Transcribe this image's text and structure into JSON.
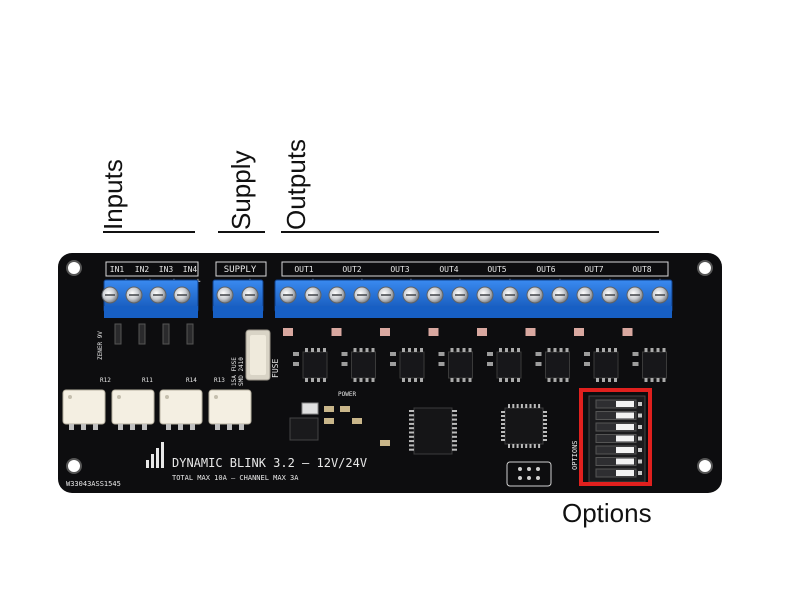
{
  "callouts": {
    "inputs": "Inputs",
    "supply": "Supply",
    "outputs": "Outputs",
    "options": "Options"
  },
  "board": {
    "input_labels": [
      "IN1",
      "IN2",
      "IN3",
      "IN4"
    ],
    "supply_label": "SUPPLY",
    "output_labels": [
      "OUT1",
      "OUT2",
      "OUT3",
      "OUT4",
      "OUT5",
      "OUT6",
      "OUT7",
      "OUT8"
    ],
    "polarity_minus": "–",
    "polarity_plus": "+",
    "fuse_label": "FUSE",
    "fuse_text_1": "15A FUSE",
    "fuse_text_2": "SMD 2410",
    "zener_label": "ZENER 9V",
    "power_label": "POWER",
    "options_label": "OPTIONS",
    "product_name": "DYNAMIC BLINK 3.2 – 12V/24V",
    "product_sub": "TOTAL MAX 10A – CHANNEL MAX 3A",
    "serial": "W33043ASS1545",
    "resistor_labels": [
      "R12",
      "R11",
      "R14",
      "R13"
    ]
  },
  "colors": {
    "pcb": "#0d0d0f",
    "terminal_blue": "#1e6fd9",
    "highlight_red": "#e0201e",
    "optocoupler": "#f4efe2",
    "led": "#d9a8a0"
  }
}
